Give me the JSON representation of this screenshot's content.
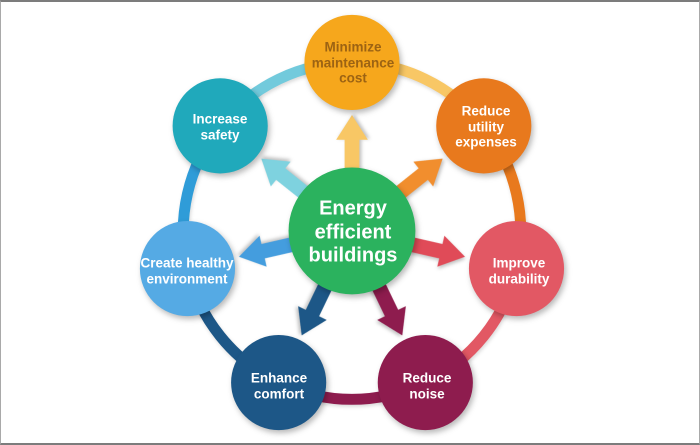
{
  "diagram": {
    "title": "Energy efficient buildings",
    "background_color": "#ffffff",
    "border_color": "#7c7c7c",
    "center": {
      "label": "Energy efficient buildings",
      "color": "#2bb25e",
      "text_color": "#ffffff"
    },
    "nodes": [
      {
        "label": "Minimize maintenance cost",
        "color": "#f6a71c",
        "text_color": "#9c6313",
        "arrow_color": "#f8c765",
        "position": "top"
      },
      {
        "label": "Reduce utility expenses",
        "color": "#e8791d",
        "text_color": "#ffffff",
        "arrow_color": "#f18e2e",
        "position": "top-right"
      },
      {
        "label": "Improve durability",
        "color": "#e25864",
        "text_color": "#ffffff",
        "arrow_color": "#e04b58",
        "position": "right"
      },
      {
        "label": "Reduce noise",
        "color": "#8e1c4e",
        "text_color": "#ffffff",
        "arrow_color": "#8e1c4e",
        "position": "bottom-right"
      },
      {
        "label": "Enhance comfort",
        "color": "#1d5787",
        "text_color": "#ffffff",
        "arrow_color": "#1d5787",
        "position": "bottom-left"
      },
      {
        "label": "Create healthy environment",
        "color": "#55aae4",
        "text_color": "#ffffff",
        "arrow_color": "#449dde",
        "position": "left"
      },
      {
        "label": "Increase safety",
        "color": "#20a9bb",
        "text_color": "#ffffff",
        "arrow_color": "#7ed2df",
        "position": "top-left"
      }
    ],
    "segments": [
      {
        "color": "#f8c765",
        "between": "minimize-maintenance-cost / reduce-utility-expenses"
      },
      {
        "color": "#e8791d",
        "between": "reduce-utility-expenses / improve-durability"
      },
      {
        "color": "#e25864",
        "between": "improve-durability / reduce-noise"
      },
      {
        "color": "#8e1c4e",
        "between": "reduce-noise / enhance-comfort"
      },
      {
        "color": "#1d5787",
        "between": "enhance-comfort / create-healthy-environment"
      },
      {
        "color": "#2f9cd8",
        "between": "create-healthy-environment / increase-safety"
      },
      {
        "color": "#72cadc",
        "between": "increase-safety / minimize-maintenance-cost"
      }
    ]
  }
}
